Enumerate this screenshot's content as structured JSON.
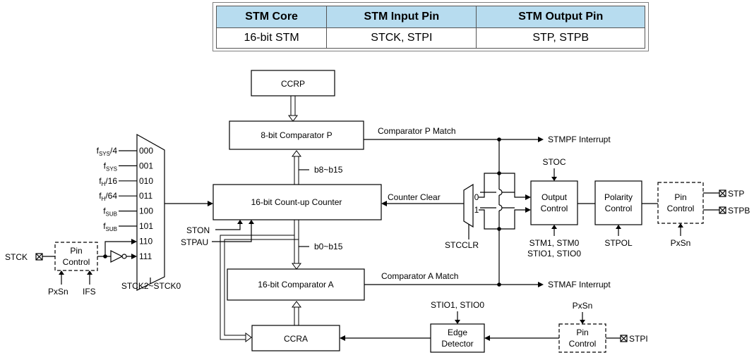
{
  "table": {
    "headers": [
      "STM Core",
      "STM Input Pin",
      "STM Output Pin"
    ],
    "rows": [
      [
        "16-bit STM",
        "STCK, STPI",
        "STP, STPB"
      ]
    ]
  },
  "diagram": {
    "ccrp": "CCRP",
    "comparator_p": "8-bit Comparator P",
    "comparator_p_match": "Comparator P Match",
    "stmpf_interrupt": "STMPF Interrupt",
    "b8_b15": "b8~b15",
    "counter": "16-bit Count-up Counter",
    "counter_clear": "Counter Clear",
    "ston": "STON",
    "stpau": "STPAU",
    "b0_b15": "b0~b15",
    "comparator_a": "16-bit Comparator A",
    "comparator_a_match": "Comparator A Match",
    "stmaf_interrupt": "STMAF Interrupt",
    "ccra": "CCRA",
    "mux_select": "STCK2~STCK0",
    "clock_inputs": [
      {
        "main": "f",
        "sub": "SYS",
        "suffix": "/4",
        "code": "000"
      },
      {
        "main": "f",
        "sub": "SYS",
        "suffix": "",
        "code": "001"
      },
      {
        "main": "f",
        "sub": "H",
        "suffix": "/16",
        "code": "010"
      },
      {
        "main": "f",
        "sub": "H",
        "suffix": "/64",
        "code": "011"
      },
      {
        "main": "f",
        "sub": "SUB",
        "suffix": "",
        "code": "100"
      },
      {
        "main": "f",
        "sub": "SUB",
        "suffix": "",
        "code": "101"
      },
      {
        "main": "",
        "sub": "",
        "suffix": "",
        "code": "110"
      },
      {
        "main": "",
        "sub": "",
        "suffix": "",
        "code": "111"
      }
    ],
    "stck_pin": "STCK",
    "pin_control_line1": "Pin",
    "pin_control_line2": "Control",
    "pxsn": "PxSn",
    "ifs": "IFS",
    "stcclr": "STCCLR",
    "mux_in0": "0",
    "mux_in1": "1",
    "stoc": "STOC",
    "output_control_line1": "Output",
    "output_control_line2": "Control",
    "stm_bits_line1": "STM1, STM0",
    "stm_bits_line2": "STIO1, STIO0",
    "polarity_control_line1": "Polarity",
    "polarity_control_line2": "Control",
    "stpol": "STPOL",
    "stp_pin": "STP",
    "stpb_pin": "STPB",
    "edge_detector_line1": "Edge",
    "edge_detector_line2": "Detector",
    "stio_edge": "STIO1, STIO0",
    "stpi_pin": "STPI"
  }
}
